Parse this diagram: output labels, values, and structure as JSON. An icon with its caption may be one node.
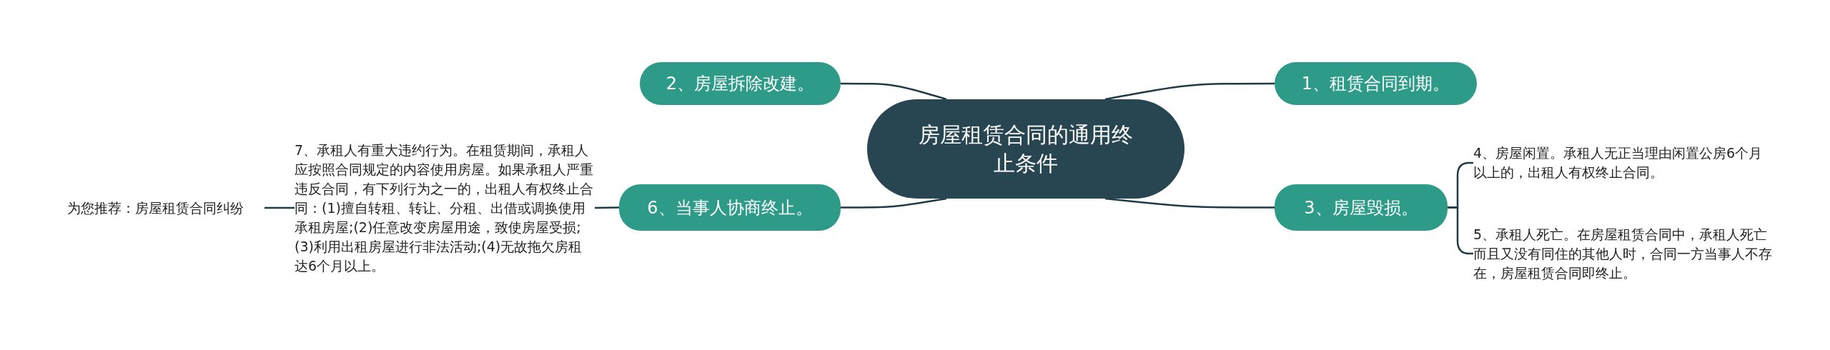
{
  "diagram": {
    "nodes": [
      {
        "text": [
          "房屋租赁合同的通用终止条件"
        ]
      },
      {
        "text": [
          "1、租赁合同到期。"
        ]
      },
      {
        "text": [
          "2、房屋拆除改建。"
        ]
      },
      {
        "text": [
          "3、房屋毁损。"
        ]
      },
      {
        "text": [
          "4、房屋闲置。承租人无正当理由闲置公房6个月以上的，出租人有权终止合同。"
        ]
      },
      {
        "text": [
          "5、承租人死亡。在房屋租赁合同中，承租人死亡而且又没有同住的其他人时，合同一方当事人不存在，房屋租赁合同即终止。"
        ]
      },
      {
        "text": [
          "6、当事人协商终止。"
        ]
      },
      {
        "text": [
          "7、承租人有重大违约行为。在租赁期间，承租人应按照合同规定的内容使用房屋。如果承租人严重违反合同，有下列行为之一的，出租人有权终止合同：(1)擅自转租、转让、分租、出借或调换使用承租房屋;(2)任意改变房屋用途，致使房屋受损;(3)利用出租房屋进行非法活动;(4)无故拖欠房租达6个月以上。"
        ]
      },
      {
        "text": [
          "为您推荐：房屋租赁合同纠纷"
        ]
      }
    ],
    "edges": [
      {
        "from": 0,
        "to": 1,
        "arrow": "none"
      },
      {
        "from": 0,
        "to": 2,
        "arrow": "none"
      },
      {
        "from": 0,
        "to": 3,
        "arrow": "none"
      },
      {
        "from": 3,
        "to": 4,
        "arrow": "none"
      },
      {
        "from": 3,
        "to": 5,
        "arrow": "none"
      },
      {
        "from": 0,
        "to": 6,
        "arrow": "none"
      },
      {
        "from": 6,
        "to": 7,
        "arrow": "none"
      },
      {
        "from": 7,
        "to": 8,
        "arrow": "none"
      }
    ]
  }
}
